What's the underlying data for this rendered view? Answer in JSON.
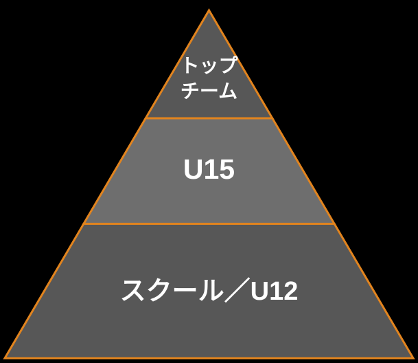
{
  "diagram": {
    "background_color": "#000000",
    "outline_color": "#E2841E",
    "text_color": "#FFFFFF",
    "tiers": [
      {
        "label": "トップチーム",
        "lines": [
          "トップ",
          "チーム"
        ],
        "fill": "#575757"
      },
      {
        "label": "U15",
        "lines": [
          "U15"
        ],
        "fill": "#6E6E6E"
      },
      {
        "label": "スクール／U12",
        "lines": [
          "スクール／U12"
        ],
        "fill": "#575757"
      }
    ]
  }
}
